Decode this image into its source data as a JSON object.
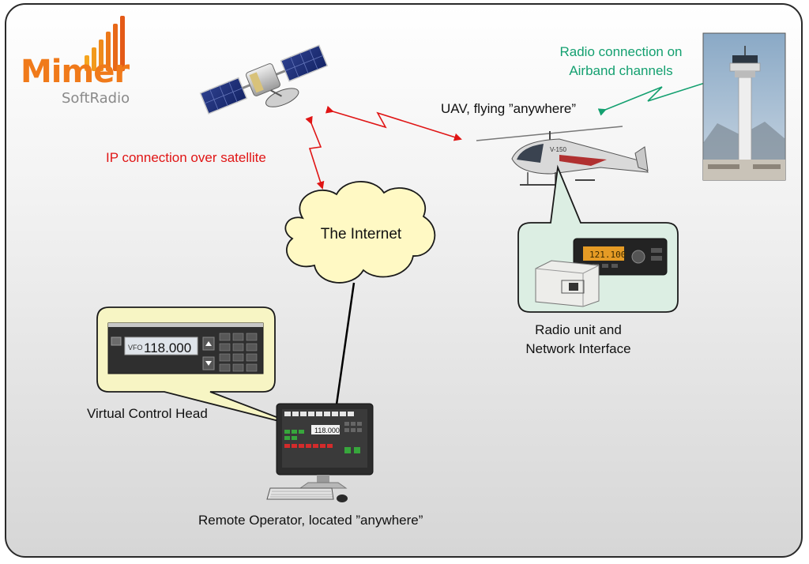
{
  "logo": {
    "brand": "Mimer",
    "sub": "SoftRadio"
  },
  "labels": {
    "satellite_link": "IP connection over satellite",
    "uav": "UAV, flying ”anywhere”",
    "airband_line1": "Radio connection on",
    "airband_line2": "Airband channels",
    "internet": "The Internet",
    "radio_line1": "Radio unit and",
    "radio_line2": "Network Interface",
    "vch": "Virtual Control Head",
    "operator": "Remote Operator, located ”anywhere”"
  },
  "control_head": {
    "vfo_label": "VFO",
    "frequency": "118.000",
    "small_freq": "118.000"
  },
  "radio_display": "121.100",
  "uav_marking": "V-150",
  "colors": {
    "ip_link": "#e01515",
    "radio_link": "#14a070",
    "logo_orange": "#f07a1a",
    "bubble_yellow": "#f7f5c4",
    "bubble_mint": "#dceee3",
    "cloud": "#fff9c4"
  }
}
